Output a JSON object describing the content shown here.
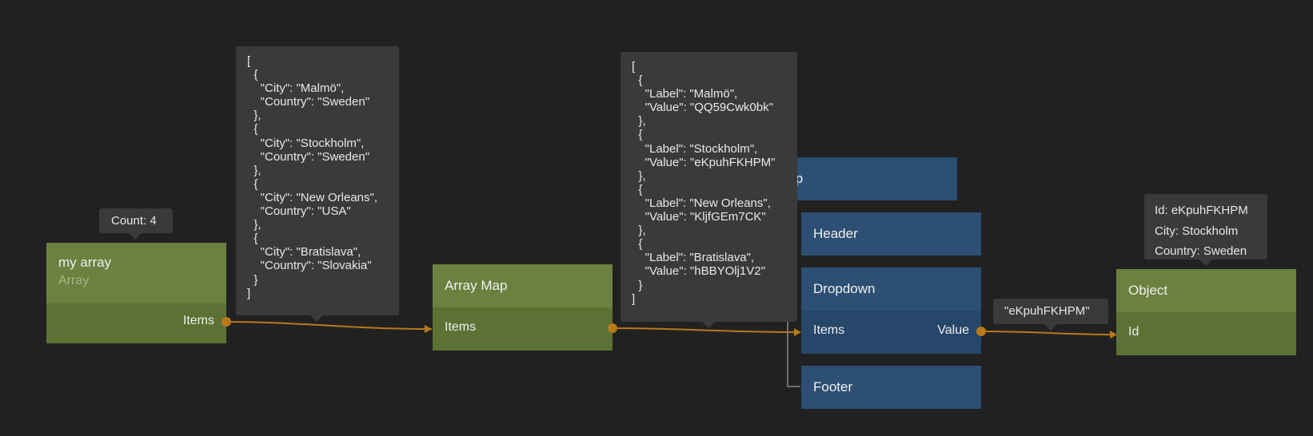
{
  "nodes": {
    "my_array": {
      "title": "my array",
      "subtitle": "Array",
      "output": "Items"
    },
    "array_map": {
      "title": "Array Map",
      "output": "Items"
    },
    "group": {
      "title": "Group"
    },
    "header": {
      "title": "Header"
    },
    "dropdown": {
      "title": "Dropdown",
      "input": "Items",
      "output": "Value"
    },
    "footer": {
      "title": "Footer"
    },
    "object": {
      "title": "Object",
      "input": "Id"
    }
  },
  "tooltips": {
    "count": "Count: 4",
    "array_json": "[\n  {\n    \"City\": \"Malmö\",\n    \"Country\": \"Sweden\"\n  },\n  {\n    \"City\": \"Stockholm\",\n    \"Country\": \"Sweden\"\n  },\n  {\n    \"City\": \"New Orleans\",\n    \"Country\": \"USA\"\n  },\n  {\n    \"City\": \"Bratislava\",\n    \"Country\": \"Slovakia\"\n  }\n]",
    "map_json": "[\n  {\n    \"Label\": \"Malmö\",\n    \"Value\": \"QQ59Cwk0bk\"\n  },\n  {\n    \"Label\": \"Stockholm\",\n    \"Value\": \"eKpuhFKHPM\"\n  },\n  {\n    \"Label\": \"New Orleans\",\n    \"Value\": \"KljfGEm7CK\"\n  },\n  {\n    \"Label\": \"Bratislava\",\n    \"Value\": \"hBBYOlj1V2\"\n  }\n]",
    "value": "\"eKpuhFKHPM\"",
    "object_lines": [
      "Id: eKpuhFKHPM",
      "City: Stockholm",
      "Country: Sweden"
    ]
  },
  "colors": {
    "background": "#212121",
    "node_green": "#6b813f",
    "node_blue": "#2c4f73",
    "wire": "#b8791a",
    "tooltip": "#3a3a3a"
  }
}
